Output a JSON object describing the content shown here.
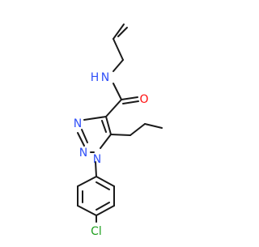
{
  "molecule": {
    "atoms": {
      "n_h": "N",
      "h": "H",
      "o": "O",
      "n1": "N",
      "n2": "N",
      "n3": "N",
      "cl": "Cl"
    },
    "colors": {
      "bond": "#1a1a1a",
      "nitrogen": "#3050f8",
      "oxygen": "#ff0d0d",
      "chlorine": "#1fa01f"
    }
  }
}
